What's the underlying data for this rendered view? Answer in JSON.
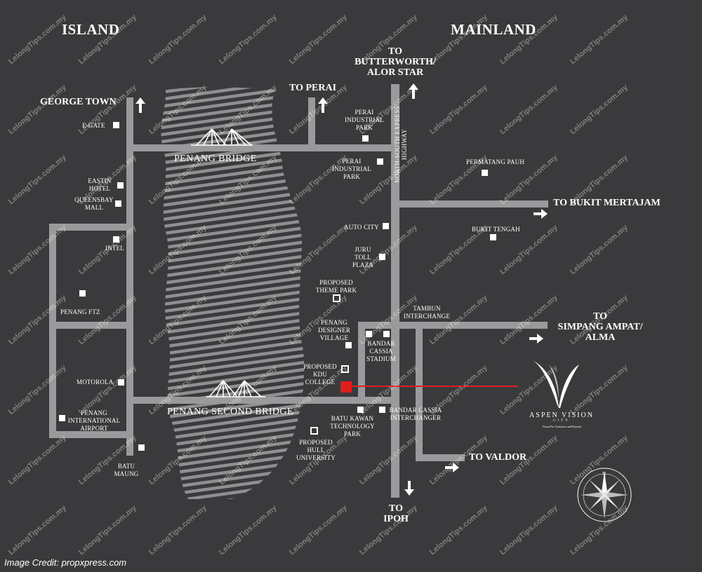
{
  "regions": {
    "island": "ISLAND",
    "mainland": "MAINLAND"
  },
  "directions": {
    "butterworth": "TO\nBUTTERWORTH/\nALOR STAR",
    "perai": "TO PERAI",
    "george_town": "GEORGE TOWN",
    "bukit_mertajam": "TO BUKIT MERTAJAM",
    "simpang_ampat": "TO\nSIMPANG AMPAT/\nALMA",
    "valdor": "TO VALDOR",
    "ipoh": "TO\nIPOH"
  },
  "highway": "NORTH-SOUTH EXPRESS HIGHWAY",
  "bridges": {
    "first": "PENANG BRIDGE",
    "second": "PENANG SECOND BRIDGE"
  },
  "places": {
    "egate": "E-GATE",
    "eastin": "EASTIN\nHOTEL",
    "queensbay": "QUEENSBAY\nMALL",
    "intel": "INTEL",
    "penang_ftz": "PENANG FTZ",
    "motorola": "MOTOROLA",
    "airport": "PENANG\nINTERNATIONAL\nAIRPORT",
    "batu_maung": "BATU\nMAUNG",
    "perai_ip1": "PERAI\nINDUSTRIAL\nPARK",
    "perai_ip2": "PERAI\nINDUSTRIAL\nPARK",
    "auto_city": "AUTO CITY",
    "juru_toll": "JURU\nTOLL PLAZA",
    "theme_park": "PROPOSED\nTHEME PARK",
    "tambun": "TAMBUN\nINTERCHANGE",
    "designer_village": "PENANG\nDESIGNER\nVILLAGE",
    "bandar_cassia_stadium": "BANDAR\nCASSIA\nSTADIUM",
    "kdu": "PROPOSED\nKDU COLLEGE",
    "bandar_cassia_interchange": "BANDAR CASSIA\nINTERCHANGER",
    "batu_kawan": "BATU KAWAN\nTECHNOLOGY\nPARK",
    "hull_university": "PROPOSED\nHULL\nUNIVERSITY",
    "permatang_pauh": "PERMATANG PAUH",
    "bukit_tengah": "BUKIT TENGAH"
  },
  "logo": {
    "name": "ASPEN VISION",
    "sub": "CITY",
    "tagline": "Vision For Tomorrow and Beyond"
  },
  "watermark": "LelongTips.com.my",
  "credit": "Image Credit: propxpress.com",
  "colors": {
    "background": "#3a3a3c",
    "road": "#9a9a9c",
    "marker": "#e11d1d",
    "text": "#ffffff"
  }
}
